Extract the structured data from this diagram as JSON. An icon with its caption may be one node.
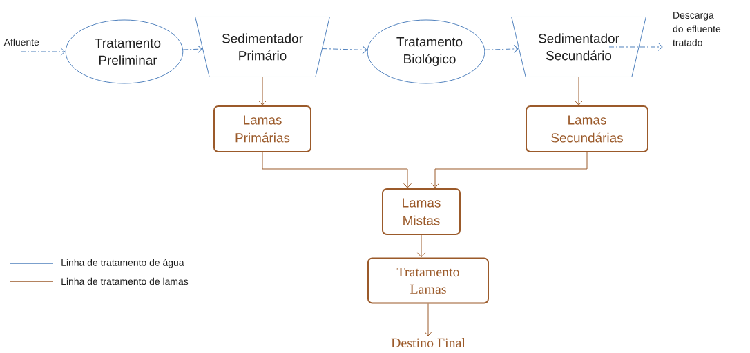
{
  "diagram": {
    "nodes": [
      {
        "text": [
          "Tratamento Preliminar"
        ]
      },
      {
        "text": [
          "Sedimentador Primário"
        ]
      },
      {
        "text": [
          "Tratamento Biológico"
        ]
      },
      {
        "text": [
          "Sedimentador Secundário"
        ]
      },
      {
        "text": [
          "Lamas Primárias"
        ]
      },
      {
        "text": [
          "Lamas Secundárias"
        ]
      },
      {
        "text": [
          "Lamas Mistas"
        ]
      },
      {
        "text": [
          "Tratamento Lamas"
        ]
      },
      {
        "text": [
          "Destino Final"
        ]
      }
    ],
    "edges": [
      {
        "from": null,
        "to": 0,
        "arrow": "to",
        "label": "Afluente",
        "style": "dashed",
        "color": "#4f81bd"
      },
      {
        "from": 0,
        "to": 1,
        "arrow": "to",
        "style": "dashed",
        "color": "#4f81bd"
      },
      {
        "from": 1,
        "to": 2,
        "arrow": "to",
        "style": "dashed",
        "color": "#4f81bd"
      },
      {
        "from": 2,
        "to": 3,
        "arrow": "to",
        "style": "dashed",
        "color": "#4f81bd"
      },
      {
        "from": 3,
        "to": null,
        "arrow": "to",
        "label": "Descarga do efluente tratado",
        "style": "dashed",
        "color": "#4f81bd"
      },
      {
        "from": 1,
        "to": 4,
        "arrow": "to"
      },
      {
        "from": 3,
        "to": 5,
        "arrow": "to"
      },
      {
        "from": 4,
        "to": 6,
        "arrow": "to"
      },
      {
        "from": 5,
        "to": 6,
        "arrow": "to"
      },
      {
        "from": 6,
        "to": 7,
        "arrow": "to"
      },
      {
        "from": 7,
        "to": 8,
        "arrow": "to"
      }
    ],
    "legend": [
      {
        "text": "Linha de tratamento de água"
      },
      {
        "text": "Linha de tratamento de lamas"
      }
    ]
  }
}
